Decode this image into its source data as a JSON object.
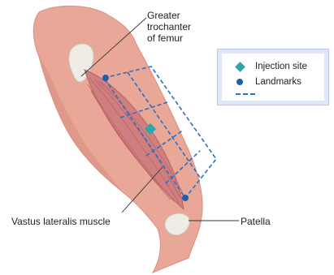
{
  "labels": {
    "trochanter_line1": "Greater",
    "trochanter_line2": "trochanter",
    "trochanter_line3": "of femur",
    "vastus": "Vastus lateralis muscle",
    "patella": "Patella"
  },
  "legend": {
    "injection_site": "Injection site",
    "landmarks": "Landmarks"
  },
  "colors": {
    "skin": "#e8a797",
    "skin_shadow": "#d98f80",
    "muscle": "#cf7f80",
    "muscle_stripe": "#b96466",
    "bone": "#efece6",
    "grid": "#2d6fc2",
    "injection": "#2aa7a8",
    "landmark": "#1f5fa8"
  }
}
